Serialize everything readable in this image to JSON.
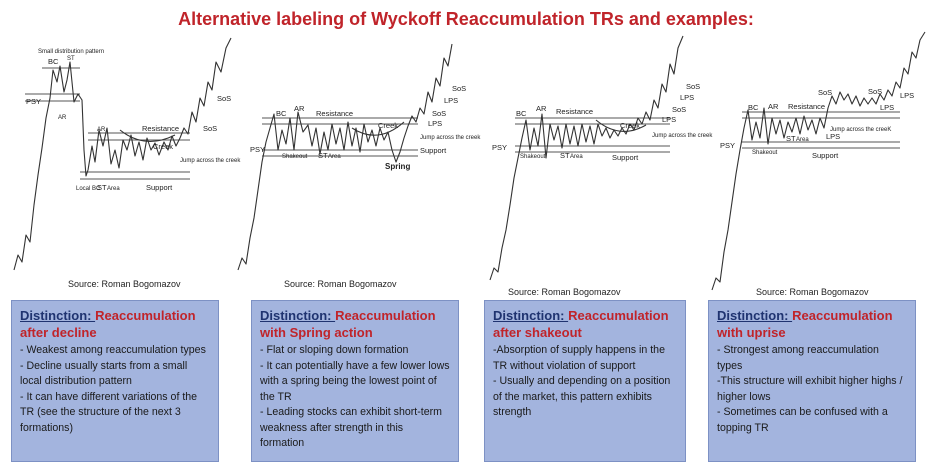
{
  "title": "Alternative labeling of Wyckoff Reaccumulation TRs and examples:",
  "source_text": "Source: Roman Bogomazov",
  "diagram_labels": {
    "small_distribution_pattern": "Small distribution pattern",
    "bc": "BC",
    "st": "ST",
    "psy": "PSY",
    "ar": "AR",
    "resistance": "Resistance",
    "creek": "Creek",
    "sos": "SoS",
    "lps": "LPS",
    "jump": "Jump across the creek",
    "jump_k": "Jump across the creeK",
    "support": "Support",
    "local_bc": "Local BC",
    "area": "Area",
    "shakeout": "Shakeout",
    "spring": "Spring"
  },
  "boxes": [
    {
      "prefix": "Distinction: ",
      "heading": "Reaccumulation after decline",
      "bullets": [
        "- Weakest among reaccumulation types",
        "- Decline usually starts from a small local distribution pattern",
        "- It can have different variations of the TR (see the structure of the next 3 formations)"
      ]
    },
    {
      "prefix": "Distinction: ",
      "heading": "Reaccumulation with Spring action",
      "bullets": [
        "- Flat or sloping down formation",
        "- It can potentially have a few lower lows with a spring being the lowest point of the TR",
        "- Leading stocks can exhibit short-term weakness after strength in this formation"
      ]
    },
    {
      "prefix": "Distinction: ",
      "heading": "Reaccumulation after shakeout",
      "bullets": [
        "-Absorption of supply happens in the TR without violation of support",
        "- Usually and depending on a position of the market, this pattern exhibits strength"
      ]
    },
    {
      "prefix": "Distinction: ",
      "heading": "Reaccumulation with uprise",
      "bullets": [
        "- Strongest among reaccumulation types",
        "-This structure will exhibit higher highs / higher lows",
        "- Sometimes can be confused with a topping TR"
      ]
    }
  ]
}
